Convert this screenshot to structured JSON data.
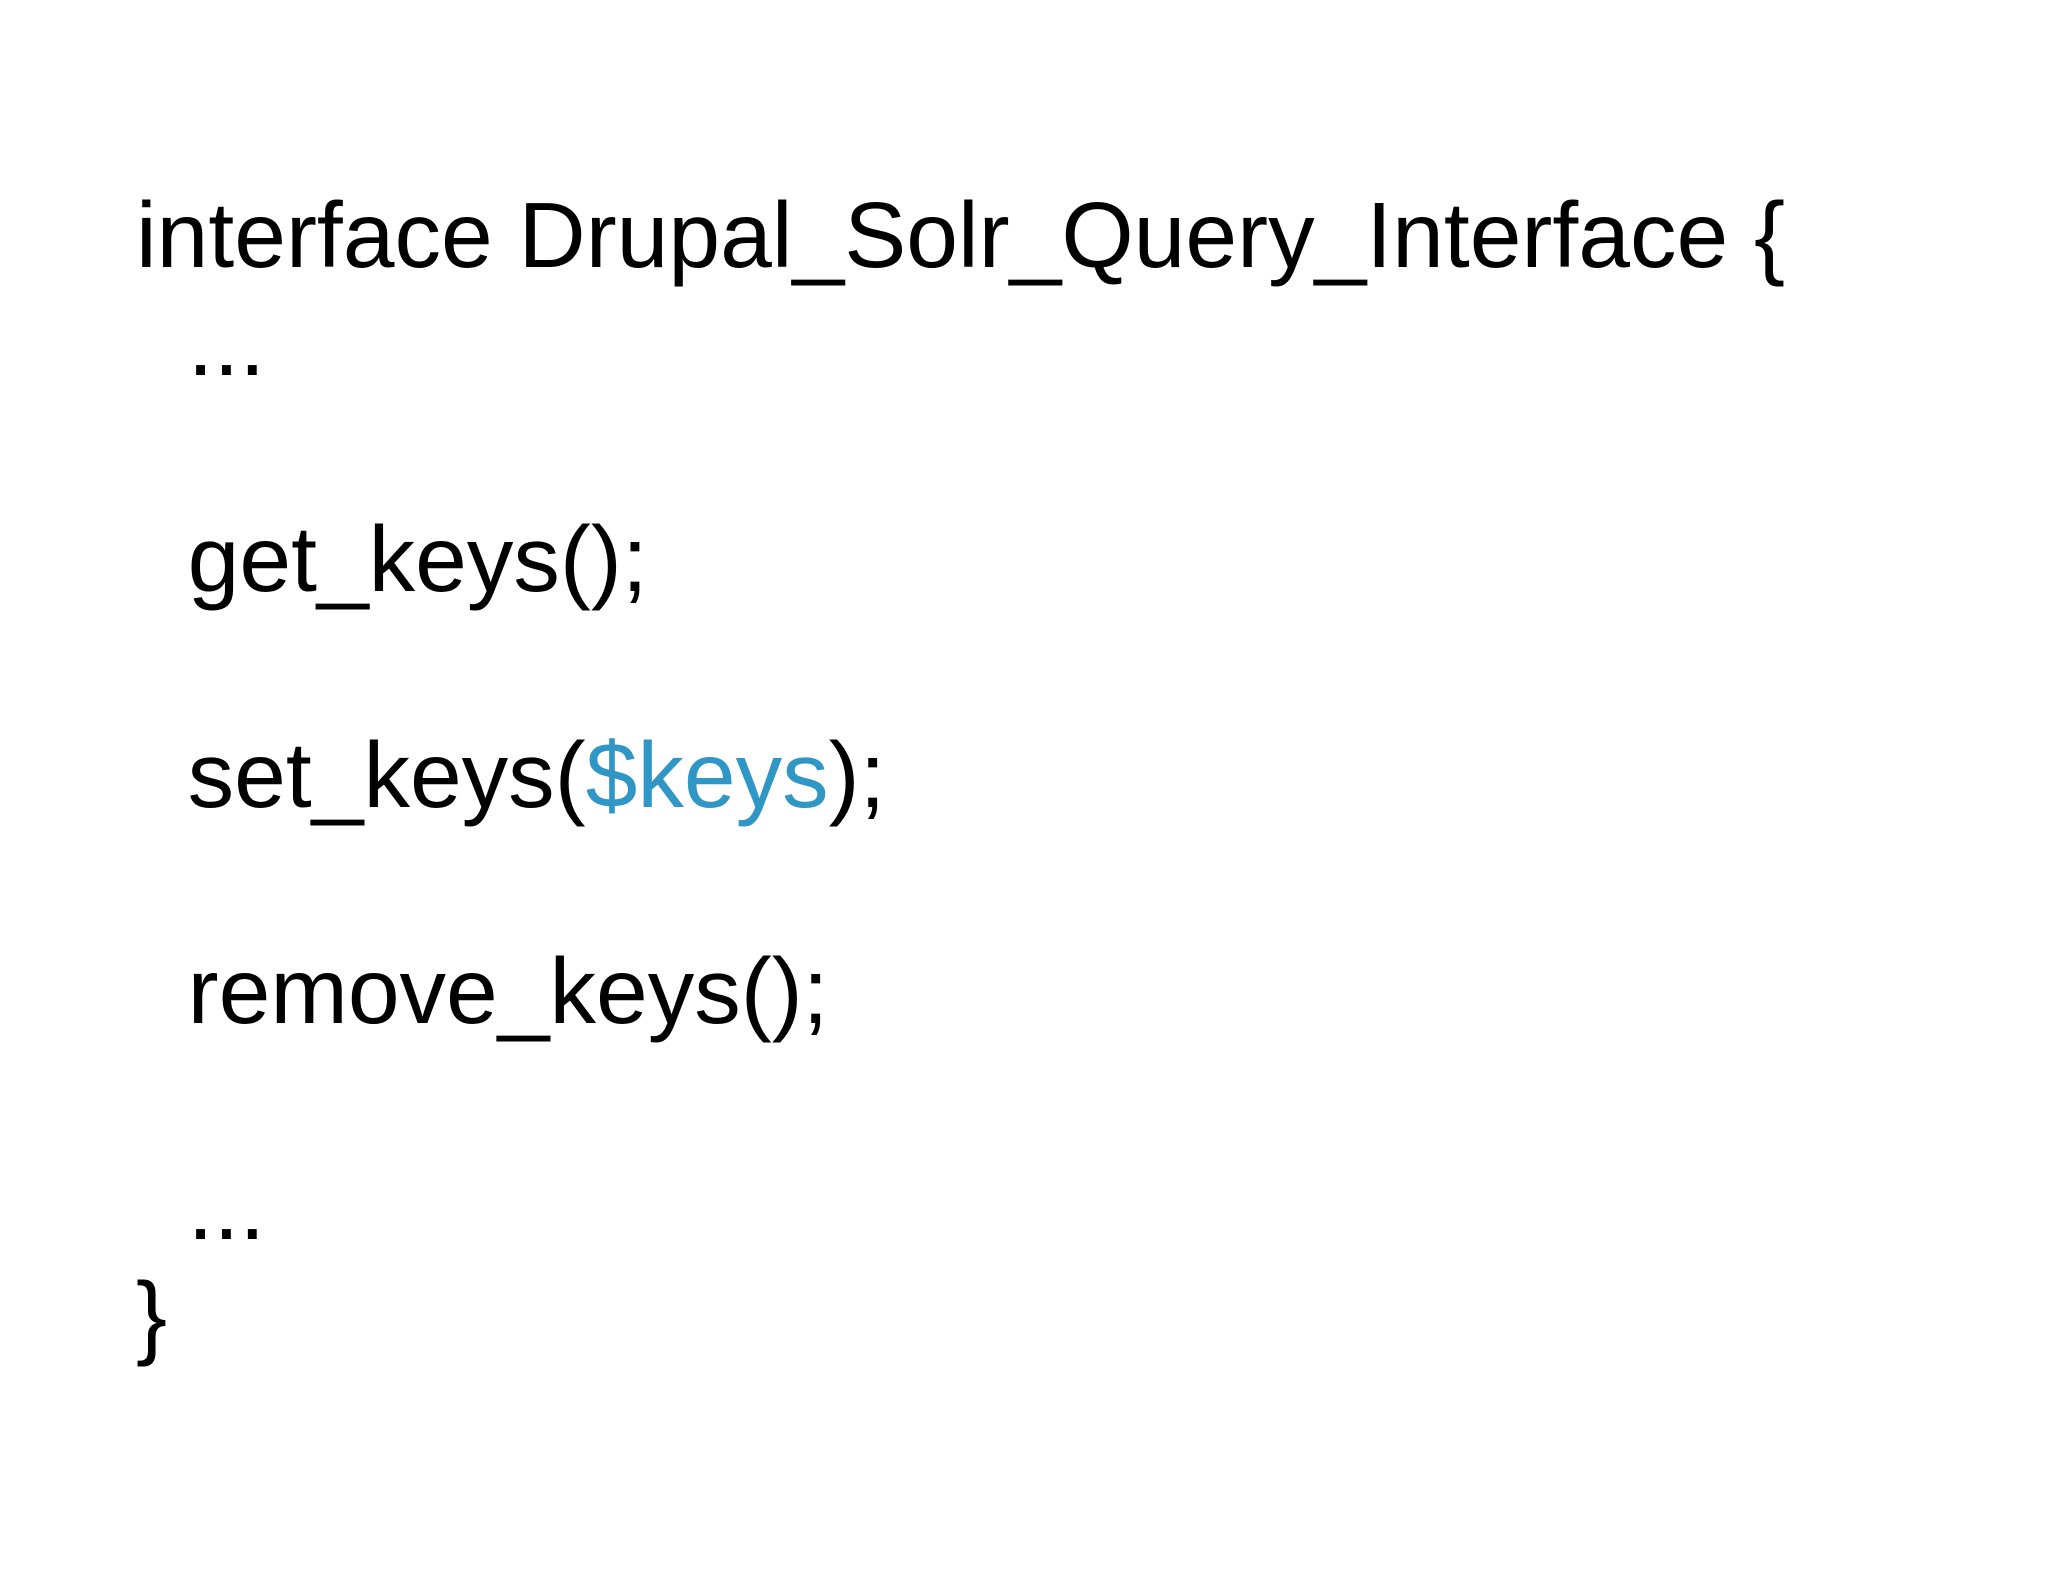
{
  "slide": {
    "background_color": "#ffffff",
    "text_color": "#000000",
    "accent_color": "#2f96c5",
    "code": {
      "lines": [
        {
          "id": "interface-declaration",
          "segments": [
            {
              "text": "interface Drupal_Solr_Query_Interface {",
              "style": "default"
            }
          ]
        },
        {
          "id": "ellipsis-top",
          "segments": [
            {
              "text": "  ...",
              "style": "default"
            }
          ]
        },
        {
          "id": "blank-1",
          "segments": []
        },
        {
          "id": "method-get-keys",
          "segments": [
            {
              "text": "  get_keys();",
              "style": "default"
            }
          ]
        },
        {
          "id": "blank-2",
          "segments": []
        },
        {
          "id": "method-set-keys",
          "segments": [
            {
              "text": "  set_keys(",
              "style": "default"
            },
            {
              "text": "$keys",
              "style": "accent"
            },
            {
              "text": ");",
              "style": "default"
            }
          ]
        },
        {
          "id": "blank-3",
          "segments": []
        },
        {
          "id": "method-remove-keys",
          "segments": [
            {
              "text": "  remove_keys();",
              "style": "default"
            }
          ]
        },
        {
          "id": "blank-4",
          "segments": []
        },
        {
          "id": "ellipsis-bottom",
          "segments": [
            {
              "text": "  ...",
              "style": "default"
            }
          ]
        },
        {
          "id": "closing-brace",
          "segments": [
            {
              "text": "}",
              "style": "default"
            }
          ]
        }
      ]
    }
  }
}
